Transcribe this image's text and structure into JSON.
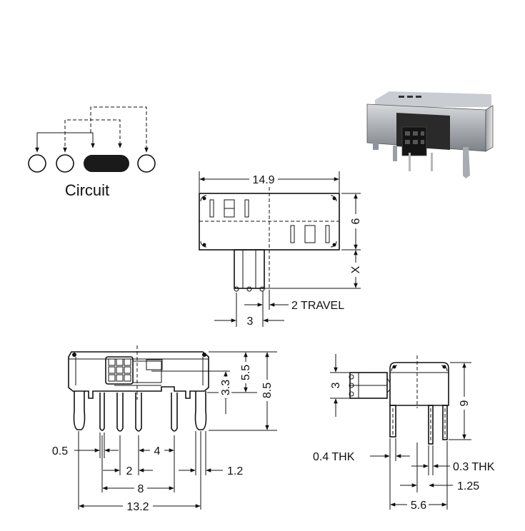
{
  "circuit": {
    "label": "Circuit"
  },
  "top_view": {
    "width_label": "14.9",
    "height_label": "6",
    "x_label": "X",
    "travel_label": "2 TRAVEL",
    "pitch_label": "3"
  },
  "front_view": {
    "d_3_3": "3.3",
    "d_5_5": "5.5",
    "d_8_5": "8.5",
    "d_0_5": "0.5",
    "d_4": "4",
    "d_2": "2",
    "d_1_2": "1.2",
    "d_8": "8",
    "d_13_2": "13.2"
  },
  "side_view": {
    "d_3": "3",
    "d_9": "9",
    "thk_04": "0.4 THK",
    "thk_03": "0.3 THK",
    "d_1_25": "1.25",
    "d_5_6": "5.6"
  },
  "colors": {
    "line": "#111111",
    "body_grey": "#b9bcc0",
    "actuator": "#1a1a1a"
  }
}
